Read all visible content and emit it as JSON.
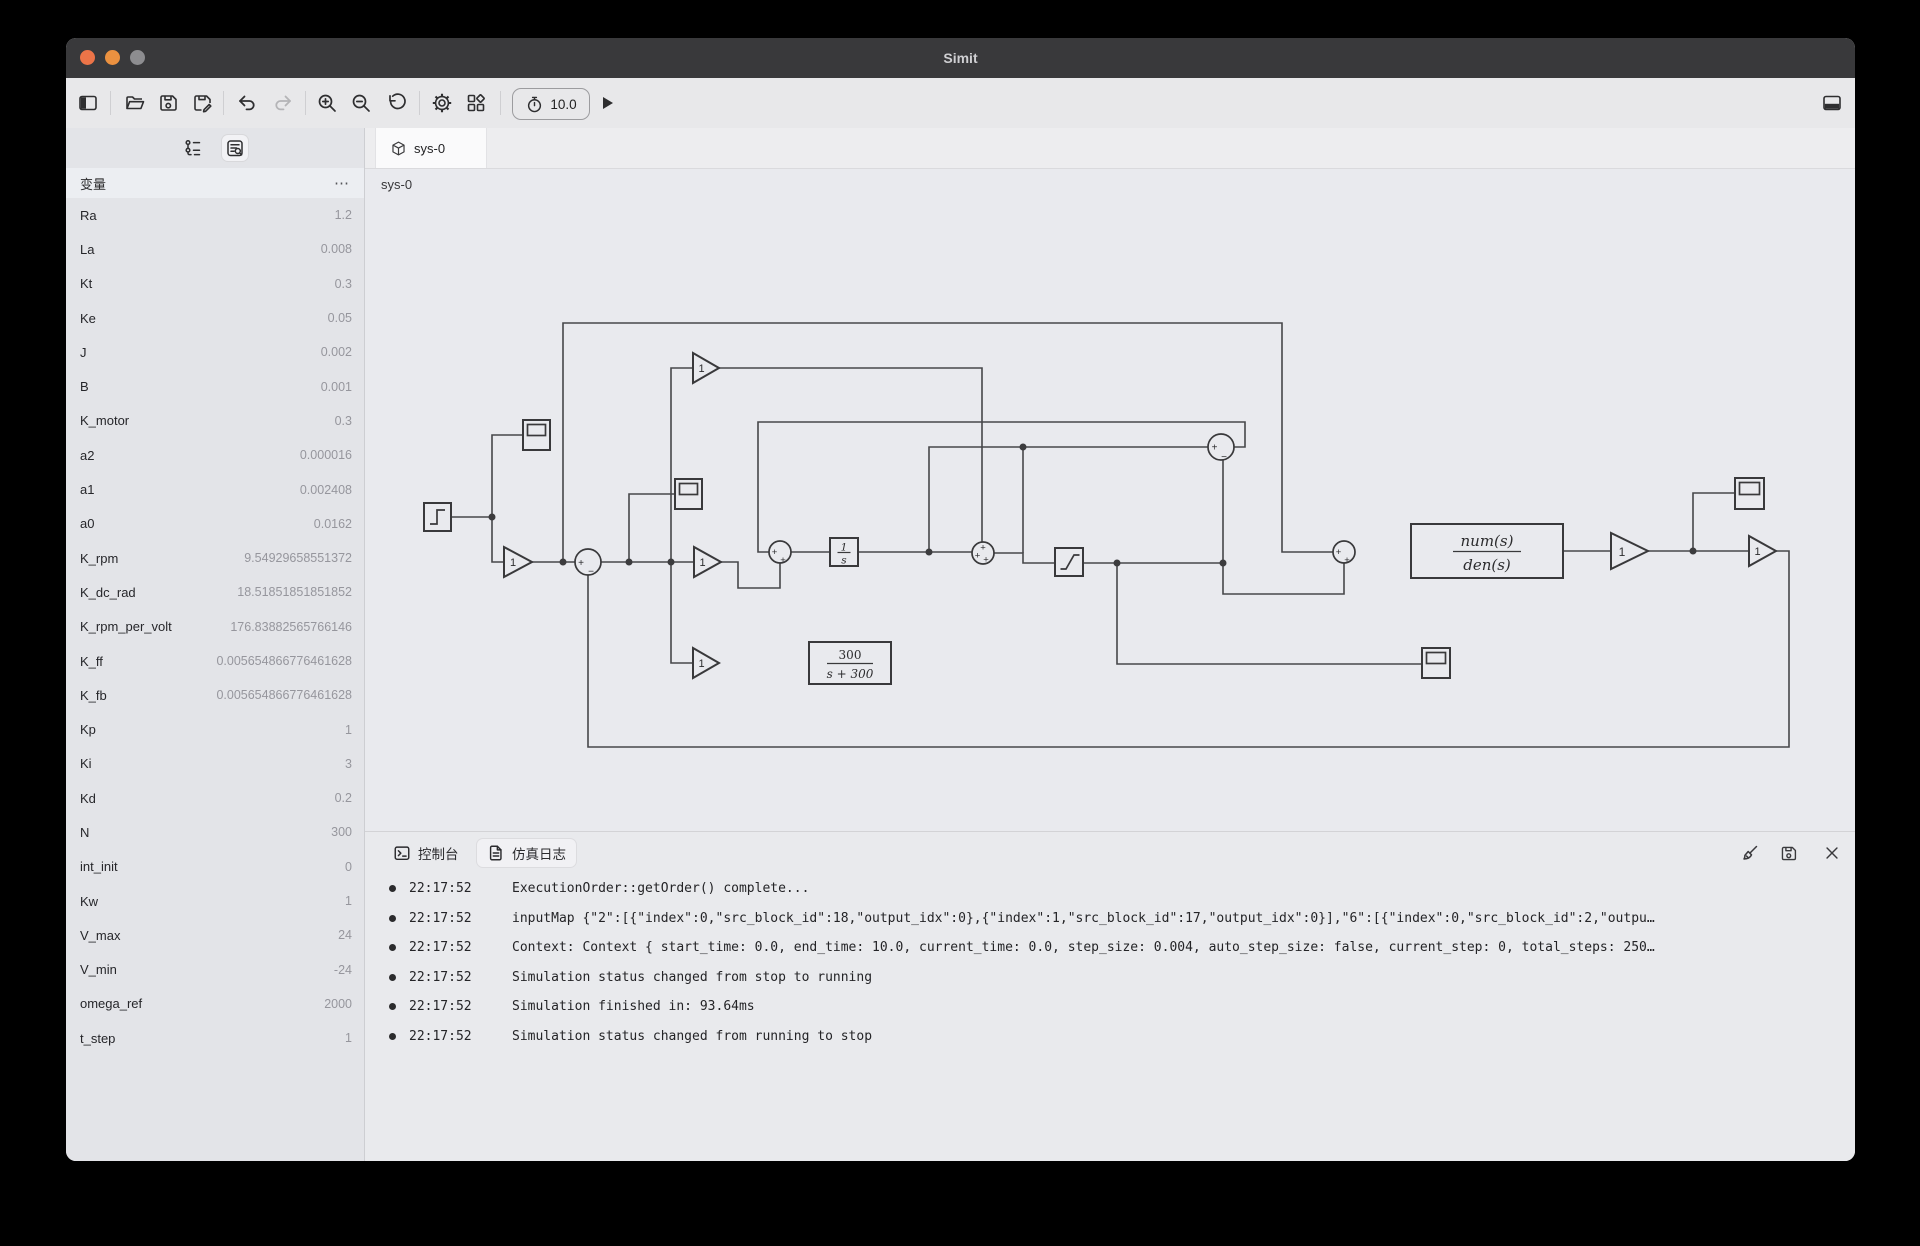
{
  "window": {
    "title": "Simit"
  },
  "toolbar": {
    "sim_time": "10.0"
  },
  "tabs": {
    "active_label": "sys-0"
  },
  "canvas": {
    "label": "sys-0"
  },
  "sidebar": {
    "header": "变量",
    "menu_label": "⋯",
    "variables": [
      {
        "name": "Ra",
        "value": "1.2"
      },
      {
        "name": "La",
        "value": "0.008"
      },
      {
        "name": "Kt",
        "value": "0.3"
      },
      {
        "name": "Ke",
        "value": "0.05"
      },
      {
        "name": "J",
        "value": "0.002"
      },
      {
        "name": "B",
        "value": "0.001"
      },
      {
        "name": "K_motor",
        "value": "0.3"
      },
      {
        "name": "a2",
        "value": "0.000016"
      },
      {
        "name": "a1",
        "value": "0.002408"
      },
      {
        "name": "a0",
        "value": "0.0162"
      },
      {
        "name": "K_rpm",
        "value": "9.54929658551372"
      },
      {
        "name": "K_dc_rad",
        "value": "18.51851851851852"
      },
      {
        "name": "K_rpm_per_volt",
        "value": "176.83882565766146"
      },
      {
        "name": "K_ff",
        "value": "0.005654866776461628"
      },
      {
        "name": "K_fb",
        "value": "0.005654866776461628"
      },
      {
        "name": "Kp",
        "value": "1"
      },
      {
        "name": "Ki",
        "value": "3"
      },
      {
        "name": "Kd",
        "value": "0.2"
      },
      {
        "name": "N",
        "value": "300"
      },
      {
        "name": "int_init",
        "value": "0"
      },
      {
        "name": "Kw",
        "value": "1"
      },
      {
        "name": "V_max",
        "value": "24"
      },
      {
        "name": "V_min",
        "value": "-24"
      },
      {
        "name": "omega_ref",
        "value": "2000"
      },
      {
        "name": "t_step",
        "value": "1"
      }
    ]
  },
  "console": {
    "tab_console": "控制台",
    "tab_log": "仿真日志",
    "logs": [
      {
        "time": "22:17:52",
        "message": "ExecutionOrder::getOrder() complete..."
      },
      {
        "time": "22:17:52",
        "message": "inputMap {\"2\":[{\"index\":0,\"src_block_id\":18,\"output_idx\":0},{\"index\":1,\"src_block_id\":17,\"output_idx\":0}],\"6\":[{\"index\":0,\"src_block_id\":2,\"outpu…"
      },
      {
        "time": "22:17:52",
        "message": "Context: Context { start_time: 0.0, end_time: 10.0, current_time: 0.0, step_size: 0.004, auto_step_size: false, current_step: 0, total_steps: 250…"
      },
      {
        "time": "22:17:52",
        "message": "Simulation status changed from stop to running"
      },
      {
        "time": "22:17:52",
        "message": "Simulation finished in: 93.64ms"
      },
      {
        "time": "22:17:52",
        "message": "Simulation status changed from running to stop"
      }
    ]
  },
  "diagram": {
    "gain_label": "1",
    "integrator": {
      "num": "1",
      "den": "s"
    },
    "tf_lowpass": {
      "num": "300",
      "den": "s + 300"
    },
    "tf_plant": {
      "num": "num(s)",
      "den": "den(s)"
    }
  }
}
